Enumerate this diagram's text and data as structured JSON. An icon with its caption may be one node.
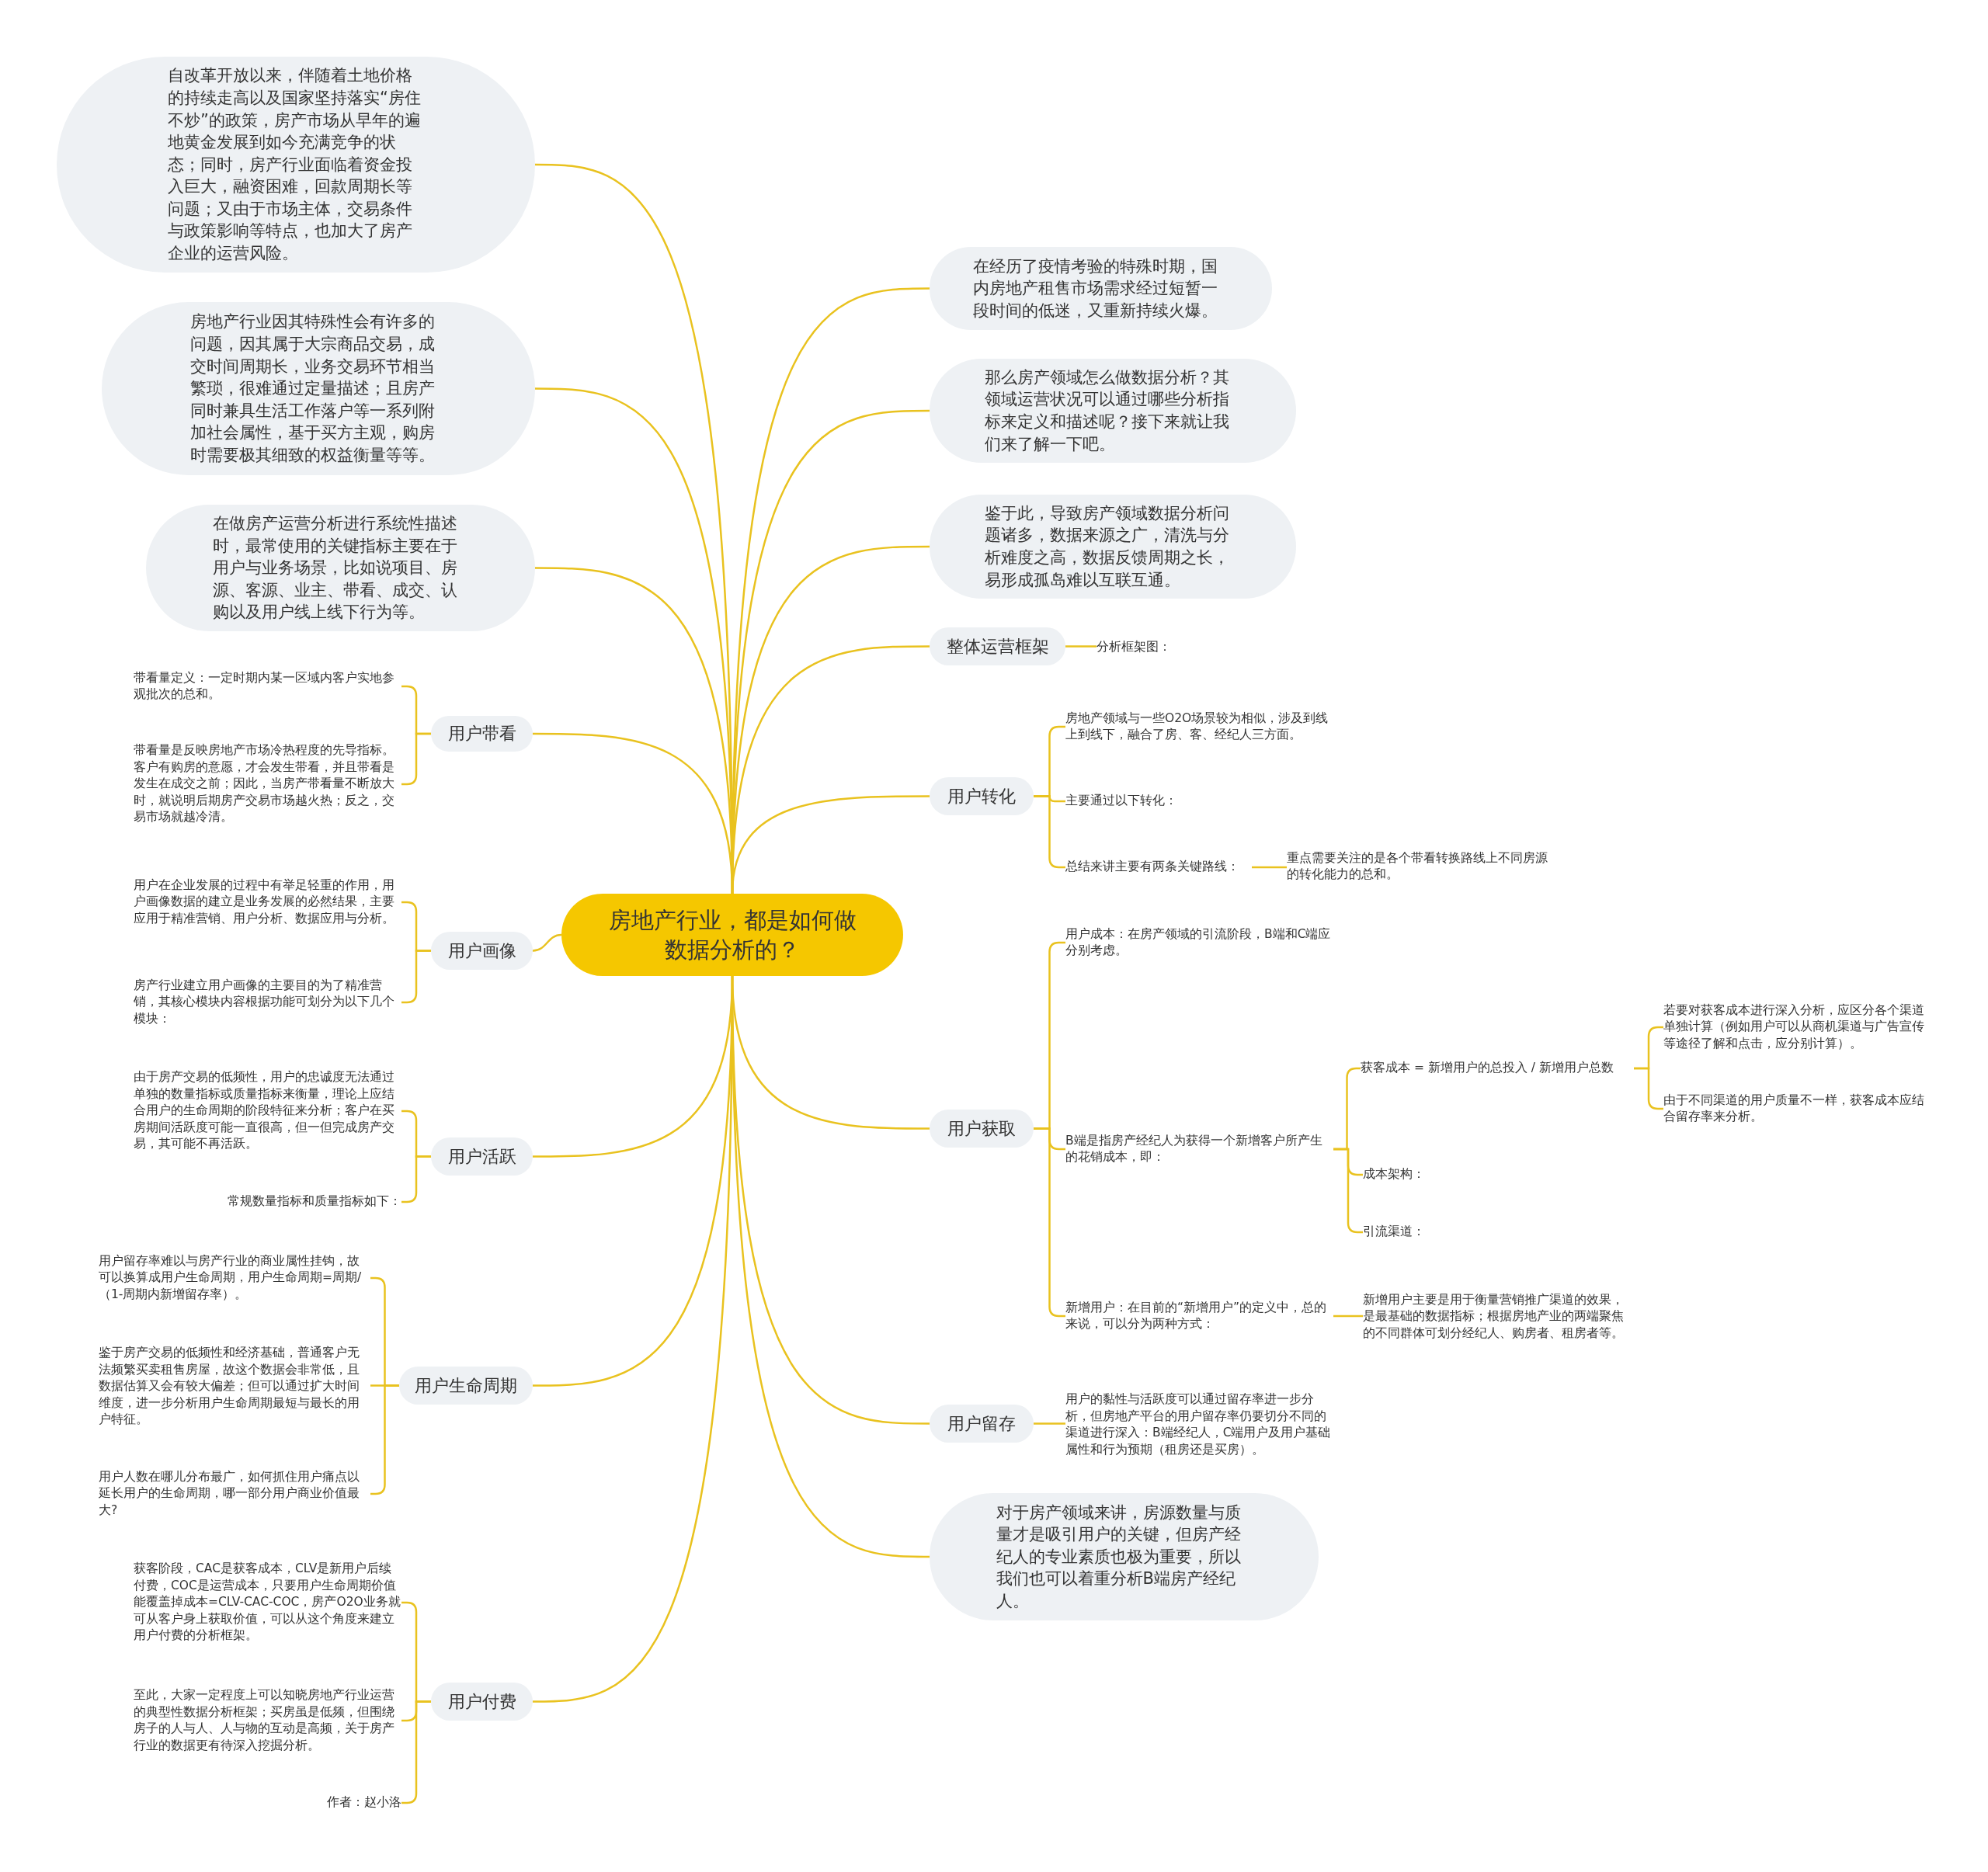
{
  "diagram": {
    "nodes": [
      {
        "text": [
          "房地产行业，都是如何做数据分析的？"
        ]
      },
      {
        "text": [
          "自改革开放以来，伴随着土地价格的持续走高以及国家坚持落实“房住不炒”的政策，房产市场从早年的遍地黄金发展到如今充满竞争的状态；同时，房产行业面临着资金投入巨大，融资困难，回款周期长等问题；又由于市场主体，交易条件与政策影响等特点，也加大了房产企业的运营风险。"
        ]
      },
      {
        "text": [
          "房地产行业因其特殊性会有许多的问题，因其属于大宗商品交易，成交时间周期长，业务交易环节相当繁琐，很难通过定量描述；且房产同时兼具生活工作落户等一系列附加社会属性，基于买方主观，购房时需要极其细致的权益衡量等等。"
        ]
      },
      {
        "text": [
          "在做房产运营分析进行系统性描述时，最常使用的关键指标主要在于用户与业务场景，比如说项目、房源、客源、业主、带看、成交、认购以及用户线上线下行为等。"
        ]
      },
      {
        "text": [
          "用户带看"
        ]
      },
      {
        "text": [
          "带看量定义：一定时期内某一区域内客户实地参观批次的总和。"
        ]
      },
      {
        "text": [
          "带看量是反映房地产市场冷热程度的先导指标。客户有购房的意愿，才会发生带看，并且带看是发生在成交之前；因此，当房产带看量不断放大时，就说明后期房产交易市场越火热；反之，交易市场就越冷清。"
        ]
      },
      {
        "text": [
          "用户画像"
        ]
      },
      {
        "text": [
          "用户在企业发展的过程中有举足轻重的作用，用户画像数据的建立是业务发展的必然结果，主要应用于精准营销、用户分析、数据应用与分析。"
        ]
      },
      {
        "text": [
          "房产行业建立用户画像的主要目的为了精准营销，其核心模块内容根据功能可划分为以下几个模块："
        ]
      },
      {
        "text": [
          "用户活跃"
        ]
      },
      {
        "text": [
          "由于房产交易的低频性，用户的忠诚度无法通过单独的数量指标或质量指标来衡量，理论上应结合用户的生命周期的阶段特征来分析；客户在买房期间活跃度可能一直很高，但一但完成房产交易，其可能不再活跃。"
        ]
      },
      {
        "text": [
          "常规数量指标和质量指标如下："
        ]
      },
      {
        "text": [
          "用户生命周期"
        ]
      },
      {
        "text": [
          "用户留存率难以与房产行业的商业属性挂钩，故可以换算成用户生命周期，用户生命周期=周期/（1-周期内新增留存率）。"
        ]
      },
      {
        "text": [
          "鉴于房产交易的低频性和经济基础，普通客户无法频繁买卖租售房屋，故这个数据会非常低，且数据估算又会有较大偏差；但可以通过扩大时间维度，进一步分析用户生命周期最短与最长的用户特征。"
        ]
      },
      {
        "text": [
          "用户人数在哪儿分布最广，如何抓住用户痛点以延长用户的生命周期，哪一部分用户商业价值最大?"
        ]
      },
      {
        "text": [
          "用户付费"
        ]
      },
      {
        "text": [
          "获客阶段，CAC是获客成本，CLV是新用户后续付费，COC是运营成本，只要用户生命周期价值能覆盖掉成本=CLV-CAC-COC，房产O2O业务就可从客户身上获取价值，可以从这个角度来建立用户付费的分析框架。"
        ]
      },
      {
        "text": [
          "至此，大家一定程度上可以知晓房地产行业运营的典型性数据分析框架；买房虽是低频，但围绕房子的人与人、人与物的互动是高频，关于房产行业的数据更有待深入挖掘分析。"
        ]
      },
      {
        "text": [
          "作者：赵小洛"
        ]
      },
      {
        "text": [
          "在经历了疫情考验的特殊时期，国内房地产租售市场需求经过短暂一段时间的低迷，又重新持续火爆。"
        ]
      },
      {
        "text": [
          "那么房产领域怎么做数据分析？其领域运营状况可以通过哪些分析指标来定义和描述呢？接下来就让我们来了解一下吧。"
        ]
      },
      {
        "text": [
          "鉴于此，导致房产领域数据分析问题诸多，数据来源之广，清洗与分析难度之高，数据反馈周期之长，易形成孤岛难以互联互通。"
        ]
      },
      {
        "text": [
          "整体运营框架"
        ]
      },
      {
        "text": [
          "分析框架图："
        ]
      },
      {
        "text": [
          "用户转化"
        ]
      },
      {
        "text": [
          "房地产领域与一些O2O场景较为相似，涉及到线上到线下，融合了房、客、经纪人三方面。"
        ]
      },
      {
        "text": [
          "主要通过以下转化："
        ]
      },
      {
        "text": [
          "总结来讲主要有两条关键路线："
        ]
      },
      {
        "text": [
          "重点需要关注的是各个带看转换路线上不同房源的转化能力的总和。"
        ]
      },
      {
        "text": [
          "用户获取"
        ]
      },
      {
        "text": [
          "用户成本：在房产领域的引流阶段，B端和C端应分别考虑。"
        ]
      },
      {
        "text": [
          "B端是指房产经纪人为获得一个新增客户所产生的花销成本，即："
        ]
      },
      {
        "text": [
          "获客成本 = 新增用户的总投入 / 新增用户总数"
        ]
      },
      {
        "text": [
          "若要对获客成本进行深入分析，应区分各个渠道单独计算（例如用户可以从商机渠道与广告宣传等途径了解和点击，应分别计算）。"
        ]
      },
      {
        "text": [
          "由于不同渠道的用户质量不一样，获客成本应结合留存率来分析。"
        ]
      },
      {
        "text": [
          "成本架构："
        ]
      },
      {
        "text": [
          "引流渠道："
        ]
      },
      {
        "text": [
          "新增用户：在目前的“新增用户”的定义中，总的来说，可以分为两种方式："
        ]
      },
      {
        "text": [
          "新增用户主要是用于衡量营销推广渠道的效果，是最基础的数据指标；根据房地产业的两端聚焦的不同群体可划分经纪人、购房者、租房者等。"
        ]
      },
      {
        "text": [
          "用户留存"
        ]
      },
      {
        "text": [
          "用户的黏性与活跃度可以通过留存率进一步分析，但房地产平台的用户留存率仍要切分不同的渠道进行深入：B端经纪人，C端用户及用户基础属性和行为预期（租房还是买房）。"
        ]
      },
      {
        "text": [
          "对于房产领域来讲，房源数量与质量才是吸引用户的关键，但房产经纪人的专业素质也极为重要，所以我们也可以着重分析B端房产经纪人。"
        ]
      }
    ],
    "edges": [
      {
        "from": 0,
        "to": 1,
        "arrow": "none"
      },
      {
        "from": 0,
        "to": 2,
        "arrow": "none"
      },
      {
        "from": 0,
        "to": 3,
        "arrow": "none"
      },
      {
        "from": 0,
        "to": 4,
        "arrow": "none"
      },
      {
        "from": 4,
        "to": 5,
        "arrow": "none"
      },
      {
        "from": 4,
        "to": 6,
        "arrow": "none"
      },
      {
        "from": 0,
        "to": 7,
        "arrow": "none"
      },
      {
        "from": 7,
        "to": 8,
        "arrow": "none"
      },
      {
        "from": 7,
        "to": 9,
        "arrow": "none"
      },
      {
        "from": 0,
        "to": 10,
        "arrow": "none"
      },
      {
        "from": 10,
        "to": 11,
        "arrow": "none"
      },
      {
        "from": 10,
        "to": 12,
        "arrow": "none"
      },
      {
        "from": 0,
        "to": 13,
        "arrow": "none"
      },
      {
        "from": 13,
        "to": 14,
        "arrow": "none"
      },
      {
        "from": 13,
        "to": 15,
        "arrow": "none"
      },
      {
        "from": 13,
        "to": 16,
        "arrow": "none"
      },
      {
        "from": 0,
        "to": 17,
        "arrow": "none"
      },
      {
        "from": 17,
        "to": 18,
        "arrow": "none"
      },
      {
        "from": 17,
        "to": 19,
        "arrow": "none"
      },
      {
        "from": 17,
        "to": 20,
        "arrow": "none"
      },
      {
        "from": 0,
        "to": 21,
        "arrow": "none"
      },
      {
        "from": 0,
        "to": 22,
        "arrow": "none"
      },
      {
        "from": 0,
        "to": 23,
        "arrow": "none"
      },
      {
        "from": 0,
        "to": 24,
        "arrow": "none"
      },
      {
        "from": 24,
        "to": 25,
        "arrow": "none"
      },
      {
        "from": 0,
        "to": 26,
        "arrow": "none"
      },
      {
        "from": 26,
        "to": 27,
        "arrow": "none"
      },
      {
        "from": 26,
        "to": 28,
        "arrow": "none"
      },
      {
        "from": 26,
        "to": 29,
        "arrow": "none"
      },
      {
        "from": 29,
        "to": 30,
        "arrow": "none"
      },
      {
        "from": 0,
        "to": 31,
        "arrow": "none"
      },
      {
        "from": 31,
        "to": 32,
        "arrow": "none"
      },
      {
        "from": 31,
        "to": 33,
        "arrow": "none"
      },
      {
        "from": 33,
        "to": 34,
        "arrow": "none"
      },
      {
        "from": 34,
        "to": 35,
        "arrow": "none"
      },
      {
        "from": 34,
        "to": 36,
        "arrow": "none"
      },
      {
        "from": 33,
        "to": 37,
        "arrow": "none"
      },
      {
        "from": 33,
        "to": 38,
        "arrow": "none"
      },
      {
        "from": 31,
        "to": 39,
        "arrow": "none"
      },
      {
        "from": 39,
        "to": 40,
        "arrow": "none"
      },
      {
        "from": 0,
        "to": 41,
        "arrow": "none"
      },
      {
        "from": 41,
        "to": 42,
        "arrow": "none"
      },
      {
        "from": 0,
        "to": 43,
        "arrow": "none"
      }
    ]
  }
}
